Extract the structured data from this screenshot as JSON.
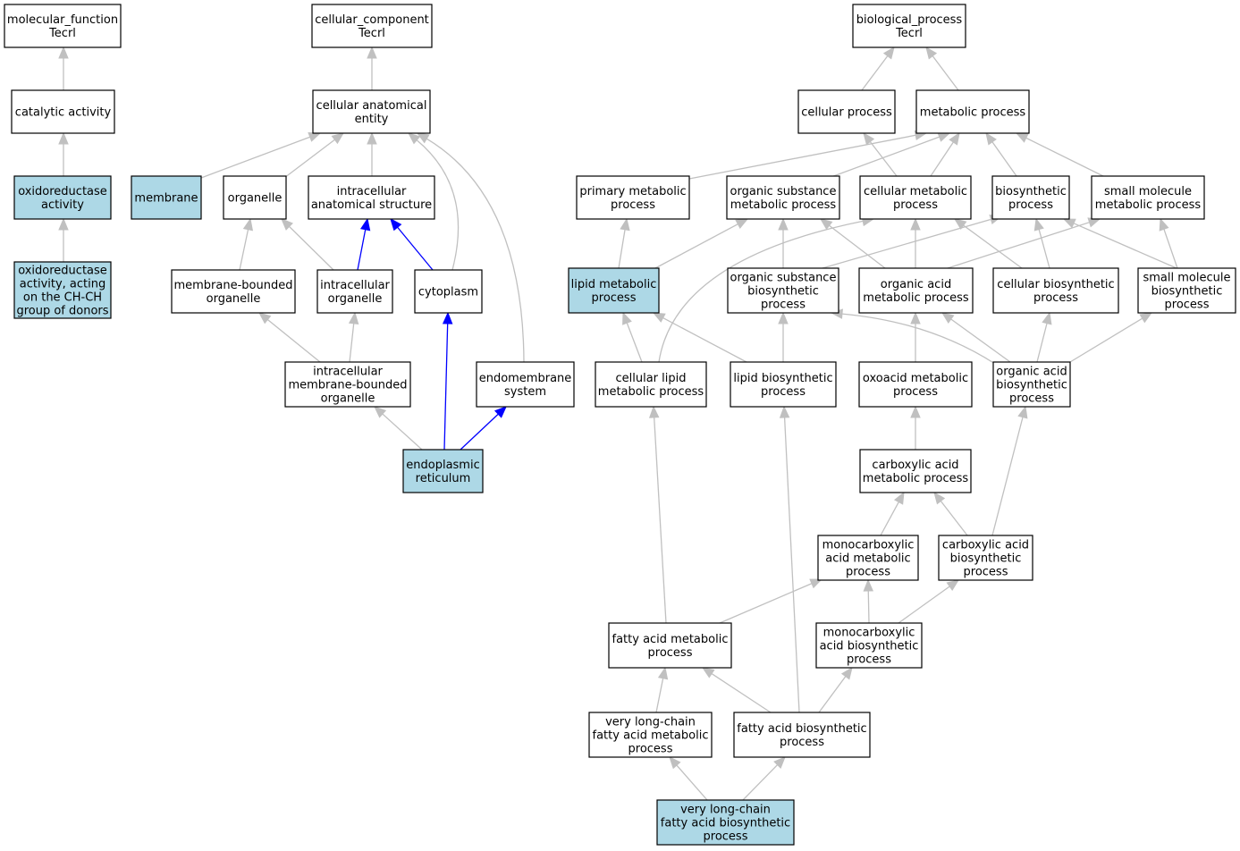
{
  "colors": {
    "edge_default": "#c0c0c0",
    "edge_highlight": "#0000ff",
    "node_highlight": "#add8e6",
    "node_default": "#ffffff",
    "node_border": "#000000"
  },
  "nodes": [
    {
      "id": "mf_root",
      "lines": [
        "molecular_function",
        "Tecrl"
      ],
      "highlight": false
    },
    {
      "id": "cat_act",
      "lines": [
        "catalytic activity"
      ],
      "highlight": false
    },
    {
      "id": "oxred",
      "lines": [
        "oxidoreductase",
        "activity"
      ],
      "highlight": true
    },
    {
      "id": "oxred_chch",
      "lines": [
        "oxidoreductase",
        "activity, acting",
        "on the CH-CH",
        "group of donors"
      ],
      "highlight": true
    },
    {
      "id": "cc_root",
      "lines": [
        "cellular_component",
        "Tecrl"
      ],
      "highlight": false
    },
    {
      "id": "cae",
      "lines": [
        "cellular anatomical",
        "entity"
      ],
      "highlight": false
    },
    {
      "id": "membrane",
      "lines": [
        "membrane"
      ],
      "highlight": true
    },
    {
      "id": "organelle",
      "lines": [
        "organelle"
      ],
      "highlight": false
    },
    {
      "id": "ias",
      "lines": [
        "intracellular",
        "anatomical structure"
      ],
      "highlight": false
    },
    {
      "id": "mbo",
      "lines": [
        "membrane-bounded",
        "organelle"
      ],
      "highlight": false
    },
    {
      "id": "io",
      "lines": [
        "intracellular",
        "organelle"
      ],
      "highlight": false
    },
    {
      "id": "cytoplasm",
      "lines": [
        "cytoplasm"
      ],
      "highlight": false
    },
    {
      "id": "imbo",
      "lines": [
        "intracellular",
        "membrane-bounded",
        "organelle"
      ],
      "highlight": false
    },
    {
      "id": "endo",
      "lines": [
        "endomembrane",
        "system"
      ],
      "highlight": false
    },
    {
      "id": "er",
      "lines": [
        "endoplasmic",
        "reticulum"
      ],
      "highlight": true
    },
    {
      "id": "bp_root",
      "lines": [
        "biological_process",
        "Tecrl"
      ],
      "highlight": false
    },
    {
      "id": "cp",
      "lines": [
        "cellular process"
      ],
      "highlight": false
    },
    {
      "id": "mp",
      "lines": [
        "metabolic process"
      ],
      "highlight": false
    },
    {
      "id": "pmp",
      "lines": [
        "primary metabolic",
        "process"
      ],
      "highlight": false
    },
    {
      "id": "osmp",
      "lines": [
        "organic substance",
        "metabolic process"
      ],
      "highlight": false
    },
    {
      "id": "cmp",
      "lines": [
        "cellular metabolic",
        "process"
      ],
      "highlight": false
    },
    {
      "id": "bsp",
      "lines": [
        "biosynthetic",
        "process"
      ],
      "highlight": false
    },
    {
      "id": "smmp",
      "lines": [
        "small molecule",
        "metabolic process"
      ],
      "highlight": false
    },
    {
      "id": "lmp",
      "lines": [
        "lipid metabolic",
        "process"
      ],
      "highlight": true
    },
    {
      "id": "osbp",
      "lines": [
        "organic substance",
        "biosynthetic",
        "process"
      ],
      "highlight": false
    },
    {
      "id": "oamp",
      "lines": [
        "organic acid",
        "metabolic process"
      ],
      "highlight": false
    },
    {
      "id": "cbp",
      "lines": [
        "cellular biosynthetic",
        "process"
      ],
      "highlight": false
    },
    {
      "id": "smbp",
      "lines": [
        "small molecule",
        "biosynthetic",
        "process"
      ],
      "highlight": false
    },
    {
      "id": "clmp",
      "lines": [
        "cellular lipid",
        "metabolic process"
      ],
      "highlight": false
    },
    {
      "id": "lbp",
      "lines": [
        "lipid biosynthetic",
        "process"
      ],
      "highlight": false
    },
    {
      "id": "oxmp",
      "lines": [
        "oxoacid metabolic",
        "process"
      ],
      "highlight": false
    },
    {
      "id": "oabp",
      "lines": [
        "organic acid",
        "biosynthetic",
        "process"
      ],
      "highlight": false
    },
    {
      "id": "camp",
      "lines": [
        "carboxylic acid",
        "metabolic process"
      ],
      "highlight": false
    },
    {
      "id": "mcamp",
      "lines": [
        "monocarboxylic",
        "acid metabolic",
        "process"
      ],
      "highlight": false
    },
    {
      "id": "cabp",
      "lines": [
        "carboxylic acid",
        "biosynthetic",
        "process"
      ],
      "highlight": false
    },
    {
      "id": "famp",
      "lines": [
        "fatty acid metabolic",
        "process"
      ],
      "highlight": false
    },
    {
      "id": "mcabp",
      "lines": [
        "monocarboxylic",
        "acid biosynthetic",
        "process"
      ],
      "highlight": false
    },
    {
      "id": "vlcfamp",
      "lines": [
        "very long-chain",
        "fatty acid metabolic",
        "process"
      ],
      "highlight": false
    },
    {
      "id": "fabp",
      "lines": [
        "fatty acid biosynthetic",
        "process"
      ],
      "highlight": false
    },
    {
      "id": "vlcfabp",
      "lines": [
        "very long-chain",
        "fatty acid biosynthetic",
        "process"
      ],
      "highlight": true
    }
  ],
  "edges": [
    {
      "from": "cat_act",
      "to": "mf_root",
      "highlight": false
    },
    {
      "from": "oxred",
      "to": "cat_act",
      "highlight": false
    },
    {
      "from": "oxred_chch",
      "to": "oxred",
      "highlight": false
    },
    {
      "from": "cae",
      "to": "cc_root",
      "highlight": false
    },
    {
      "from": "membrane",
      "to": "cae",
      "highlight": false
    },
    {
      "from": "organelle",
      "to": "cae",
      "highlight": false
    },
    {
      "from": "ias",
      "to": "cae",
      "highlight": false
    },
    {
      "from": "cytoplasm",
      "to": "cae",
      "highlight": false
    },
    {
      "from": "endo",
      "to": "cae",
      "highlight": false
    },
    {
      "from": "mbo",
      "to": "organelle",
      "highlight": false
    },
    {
      "from": "io",
      "to": "organelle",
      "highlight": false
    },
    {
      "from": "io",
      "to": "ias",
      "highlight": true
    },
    {
      "from": "cytoplasm",
      "to": "ias",
      "highlight": true
    },
    {
      "from": "imbo",
      "to": "mbo",
      "highlight": false
    },
    {
      "from": "imbo",
      "to": "io",
      "highlight": false
    },
    {
      "from": "er",
      "to": "imbo",
      "highlight": false
    },
    {
      "from": "er",
      "to": "cytoplasm",
      "highlight": true
    },
    {
      "from": "er",
      "to": "endo",
      "highlight": true
    },
    {
      "from": "cp",
      "to": "bp_root",
      "highlight": false
    },
    {
      "from": "mp",
      "to": "bp_root",
      "highlight": false
    },
    {
      "from": "pmp",
      "to": "mp",
      "highlight": false
    },
    {
      "from": "osmp",
      "to": "mp",
      "highlight": false
    },
    {
      "from": "cmp",
      "to": "cp",
      "highlight": false
    },
    {
      "from": "cmp",
      "to": "mp",
      "highlight": false
    },
    {
      "from": "bsp",
      "to": "mp",
      "highlight": false
    },
    {
      "from": "smmp",
      "to": "mp",
      "highlight": false
    },
    {
      "from": "lmp",
      "to": "pmp",
      "highlight": false
    },
    {
      "from": "lmp",
      "to": "osmp",
      "highlight": false
    },
    {
      "from": "osbp",
      "to": "osmp",
      "highlight": false
    },
    {
      "from": "osbp",
      "to": "bsp",
      "highlight": false
    },
    {
      "from": "oamp",
      "to": "osmp",
      "highlight": false
    },
    {
      "from": "oamp",
      "to": "cmp",
      "highlight": false
    },
    {
      "from": "oamp",
      "to": "smmp",
      "highlight": false
    },
    {
      "from": "cbp",
      "to": "cmp",
      "highlight": false
    },
    {
      "from": "cbp",
      "to": "bsp",
      "highlight": false
    },
    {
      "from": "smbp",
      "to": "bsp",
      "highlight": false
    },
    {
      "from": "smbp",
      "to": "smmp",
      "highlight": false
    },
    {
      "from": "clmp",
      "to": "lmp",
      "highlight": false
    },
    {
      "from": "clmp",
      "to": "cmp",
      "highlight": false
    },
    {
      "from": "lbp",
      "to": "lmp",
      "highlight": false
    },
    {
      "from": "lbp",
      "to": "osbp",
      "highlight": false
    },
    {
      "from": "oxmp",
      "to": "oamp",
      "highlight": false
    },
    {
      "from": "oabp",
      "to": "osbp",
      "highlight": false
    },
    {
      "from": "oabp",
      "to": "oamp",
      "highlight": false
    },
    {
      "from": "oabp",
      "to": "cbp",
      "highlight": false
    },
    {
      "from": "oabp",
      "to": "smbp",
      "highlight": false
    },
    {
      "from": "camp",
      "to": "oxmp",
      "highlight": false
    },
    {
      "from": "mcamp",
      "to": "camp",
      "highlight": false
    },
    {
      "from": "cabp",
      "to": "camp",
      "highlight": false
    },
    {
      "from": "cabp",
      "to": "oabp",
      "highlight": false
    },
    {
      "from": "famp",
      "to": "clmp",
      "highlight": false
    },
    {
      "from": "famp",
      "to": "mcamp",
      "highlight": false
    },
    {
      "from": "mcabp",
      "to": "mcamp",
      "highlight": false
    },
    {
      "from": "mcabp",
      "to": "cabp",
      "highlight": false
    },
    {
      "from": "vlcfamp",
      "to": "famp",
      "highlight": false
    },
    {
      "from": "fabp",
      "to": "famp",
      "highlight": false
    },
    {
      "from": "fabp",
      "to": "lbp",
      "highlight": false
    },
    {
      "from": "fabp",
      "to": "mcabp",
      "highlight": false
    },
    {
      "from": "vlcfabp",
      "to": "vlcfamp",
      "highlight": false
    },
    {
      "from": "vlcfabp",
      "to": "fabp",
      "highlight": false
    }
  ]
}
